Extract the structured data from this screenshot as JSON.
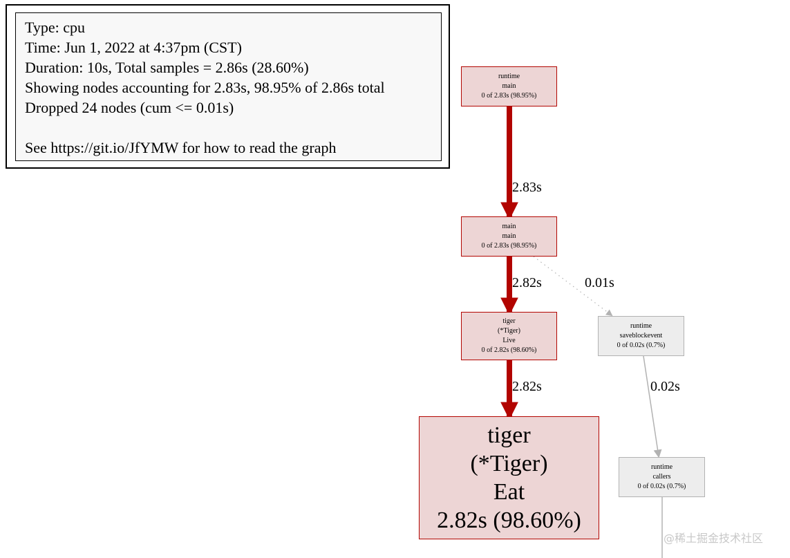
{
  "legend": {
    "lines": [
      "Type: cpu",
      "Time: Jun 1, 2022 at 4:37pm (CST)",
      "Duration: 10s, Total samples = 2.86s (28.60%)",
      "Showing nodes accounting for 2.83s, 98.95% of 2.86s total",
      "Dropped 24 nodes (cum <= 0.01s)",
      "See https://git.io/JfYMW for how to read the graph"
    ]
  },
  "nodes": {
    "runtime_main": {
      "pkg": "runtime",
      "func": "main",
      "stat": "0 of 2.83s (98.95%)",
      "color": "#b20400"
    },
    "main_main": {
      "pkg": "main",
      "func": "main",
      "stat": "0 of 2.83s (98.95%)",
      "color": "#b20400"
    },
    "tiger_live": {
      "pkg": "tiger",
      "type": "(*Tiger)",
      "func": "Live",
      "stat": "0 of 2.82s (98.60%)",
      "color": "#b20400"
    },
    "tiger_eat": {
      "pkg": "tiger",
      "type": "(*Tiger)",
      "func": "Eat",
      "stat": "2.82s (98.60%)",
      "color": "#b20400"
    },
    "runtime_saveblockevent": {
      "pkg": "runtime",
      "func": "saveblockevent",
      "stat": "0 of 0.02s (0.7%)",
      "color": "#b2b2b2"
    },
    "runtime_callers": {
      "pkg": "runtime",
      "func": "callers",
      "stat": "0 of 0.02s (0.7%)",
      "color": "#b2b2b2"
    }
  },
  "edges": {
    "runtime_main_to_main_main": "2.83s",
    "main_main_to_tiger_live": "2.82s",
    "main_main_to_saveblockevent": "0.01s",
    "tiger_live_to_tiger_eat": "2.82s",
    "saveblockevent_to_callers": "0.02s"
  },
  "watermark": "@稀土掘金技术社区"
}
